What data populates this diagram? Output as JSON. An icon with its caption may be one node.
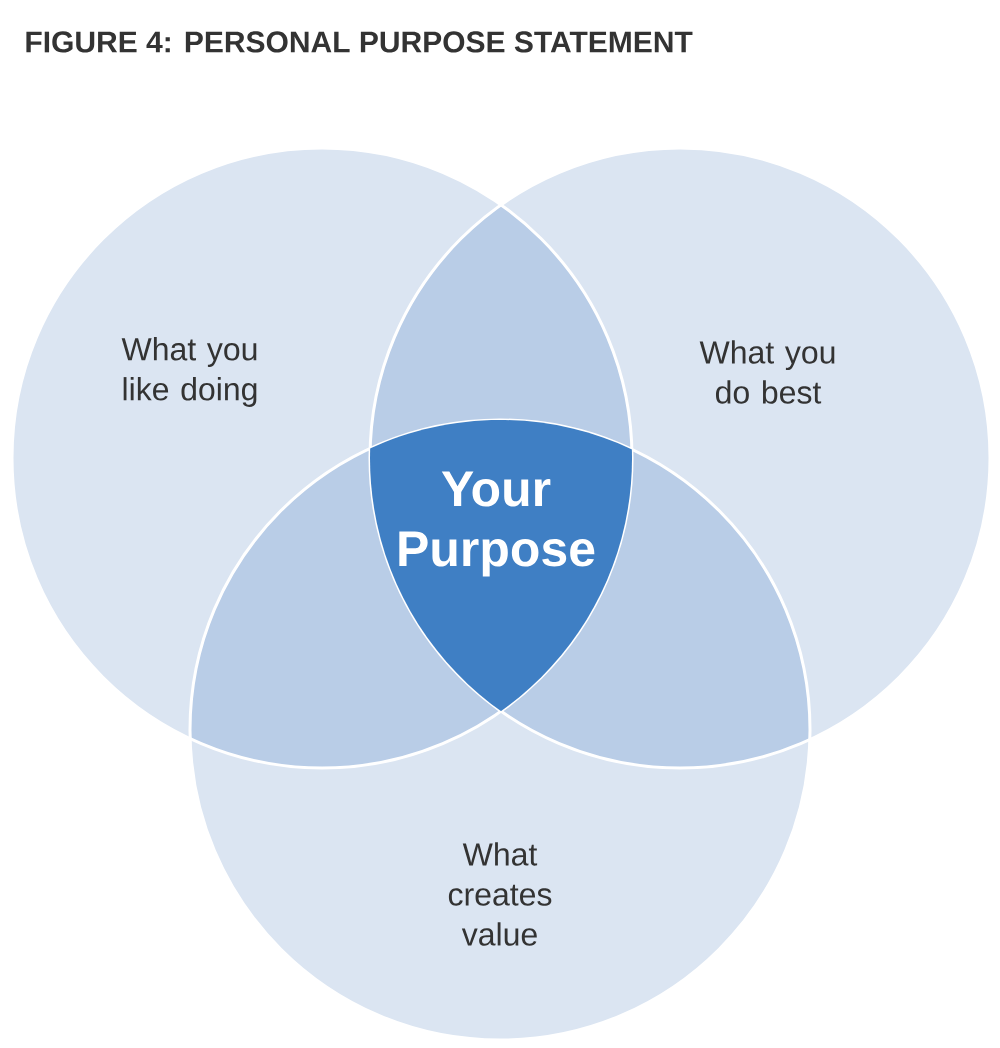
{
  "diagram": {
    "title": "FIGURE 4: PERSONAL PURPOSE STATEMENT",
    "nodes": [
      {
        "text": [
          "What you like doing"
        ]
      },
      {
        "text": [
          "What you do best"
        ]
      },
      {
        "text": [
          "What creates value"
        ]
      },
      {
        "text": [
          "Your Purpose"
        ]
      }
    ]
  }
}
